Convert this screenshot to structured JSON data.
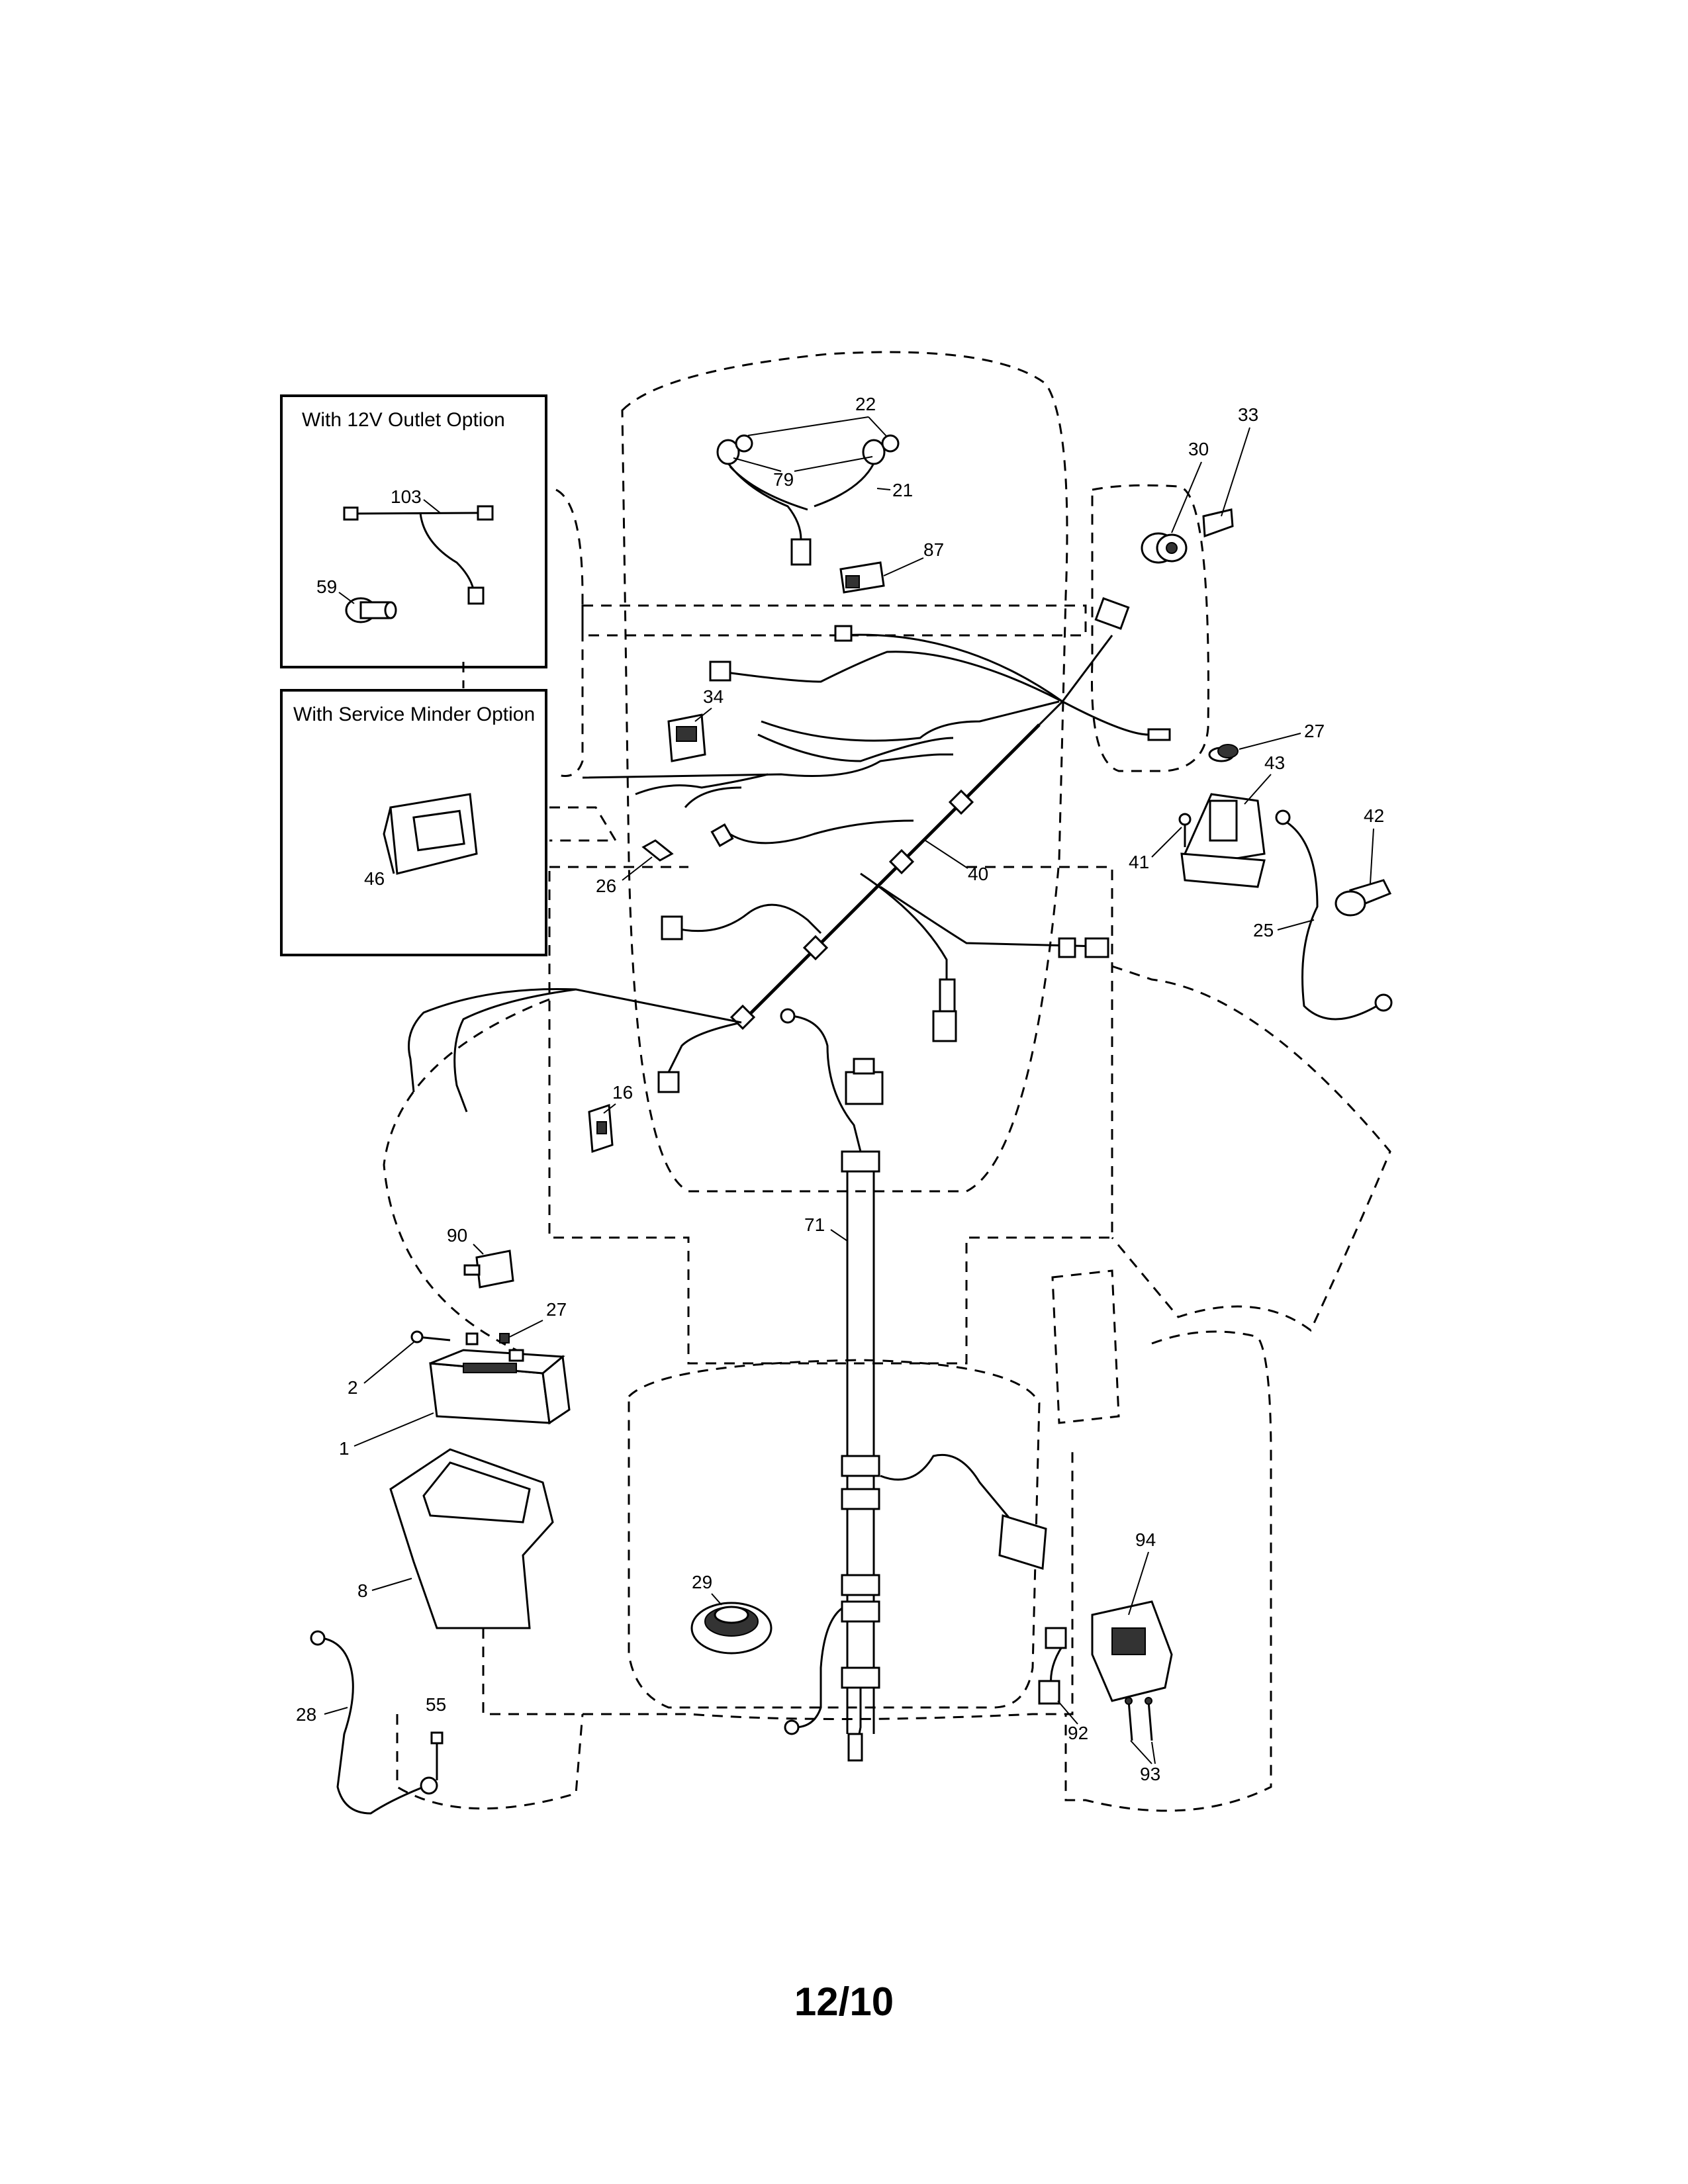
{
  "options": {
    "outlet_title": "With 12V Outlet Option",
    "service_title": "With Service Minder Option"
  },
  "callouts": {
    "c103": "103",
    "c59": "59",
    "c46": "46",
    "c22": "22",
    "c79": "79",
    "c21": "21",
    "c87": "87",
    "c33": "33",
    "c30": "30",
    "c34": "34",
    "c27a": "27",
    "c43": "43",
    "c41": "41",
    "c42": "42",
    "c25": "25",
    "c26": "26",
    "c40": "40",
    "c16": "16",
    "c90": "90",
    "c71": "71",
    "c27b": "27",
    "c2": "2",
    "c1": "1",
    "c8": "8",
    "c29": "29",
    "c94": "94",
    "c28": "28",
    "c55": "55",
    "c92": "92",
    "c93": "93"
  },
  "footer": {
    "page_code": "12/10"
  }
}
